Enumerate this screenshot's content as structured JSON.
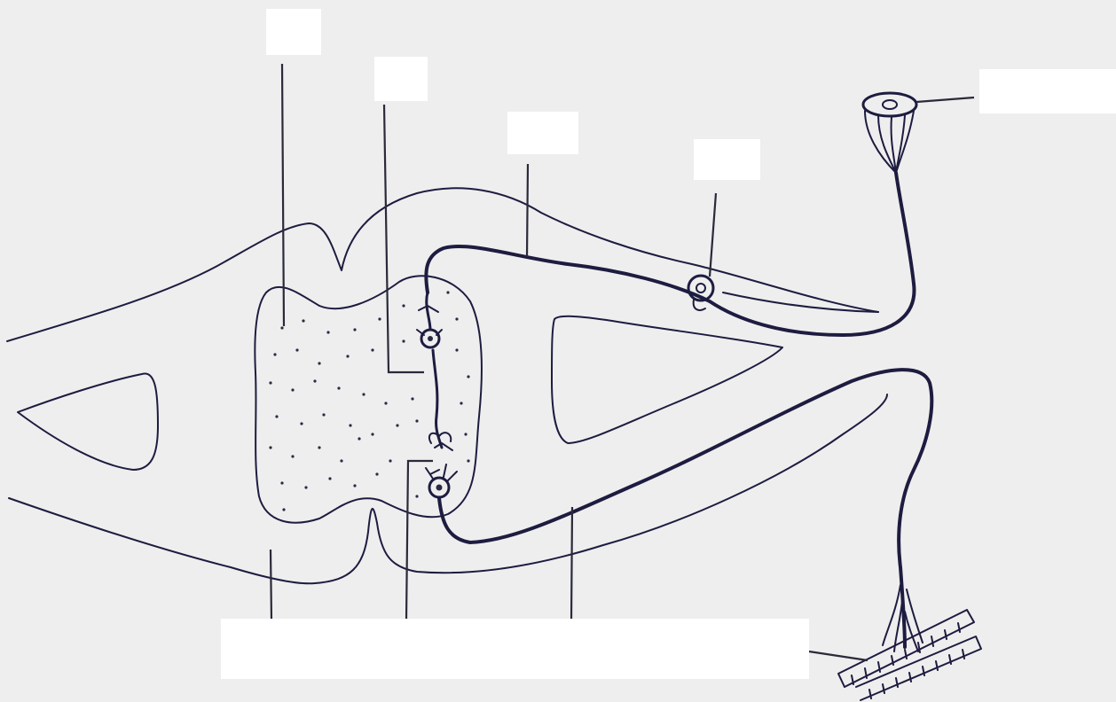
{
  "labels": [
    {
      "id": "label-blank-1",
      "text": ""
    },
    {
      "id": "label-blank-2",
      "text": ""
    },
    {
      "id": "label-blank-3",
      "text": ""
    },
    {
      "id": "label-blank-4",
      "text": ""
    },
    {
      "id": "label-blank-5",
      "text": ""
    },
    {
      "id": "label-blank-bottom",
      "text": ""
    }
  ],
  "colors": {
    "background": "#eeeeee",
    "ink": "#1d1c40",
    "label_box": "#ffffff"
  }
}
